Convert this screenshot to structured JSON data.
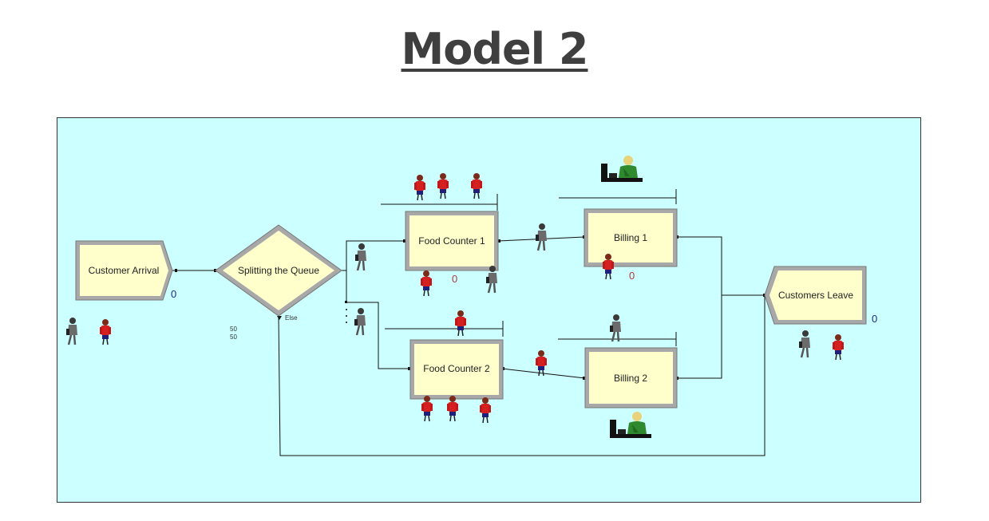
{
  "title": "Model 2",
  "modules": {
    "arrival": "Customer Arrival",
    "split": "Splitting the Queue",
    "food1": "Food Counter 1",
    "food2": "Food Counter 2",
    "billing1": "Billing 1",
    "billing2": "Billing 2",
    "leave": "Customers Leave"
  },
  "counters": {
    "arrival": "0",
    "food1": "0",
    "billing1": "0",
    "leave": "0"
  },
  "decision": {
    "else_label": "Else",
    "pct1": "50",
    "pct2": "50"
  },
  "colors": {
    "canvas": "#ccffff",
    "module_fill": "#ffffcc",
    "entity_red": "#d42020",
    "entity_grey": "#6b6b6b",
    "operator_green": "#2f8a2f"
  },
  "icons": [
    "person-grey-icon",
    "person-red-icon",
    "operator-at-desk-icon"
  ]
}
